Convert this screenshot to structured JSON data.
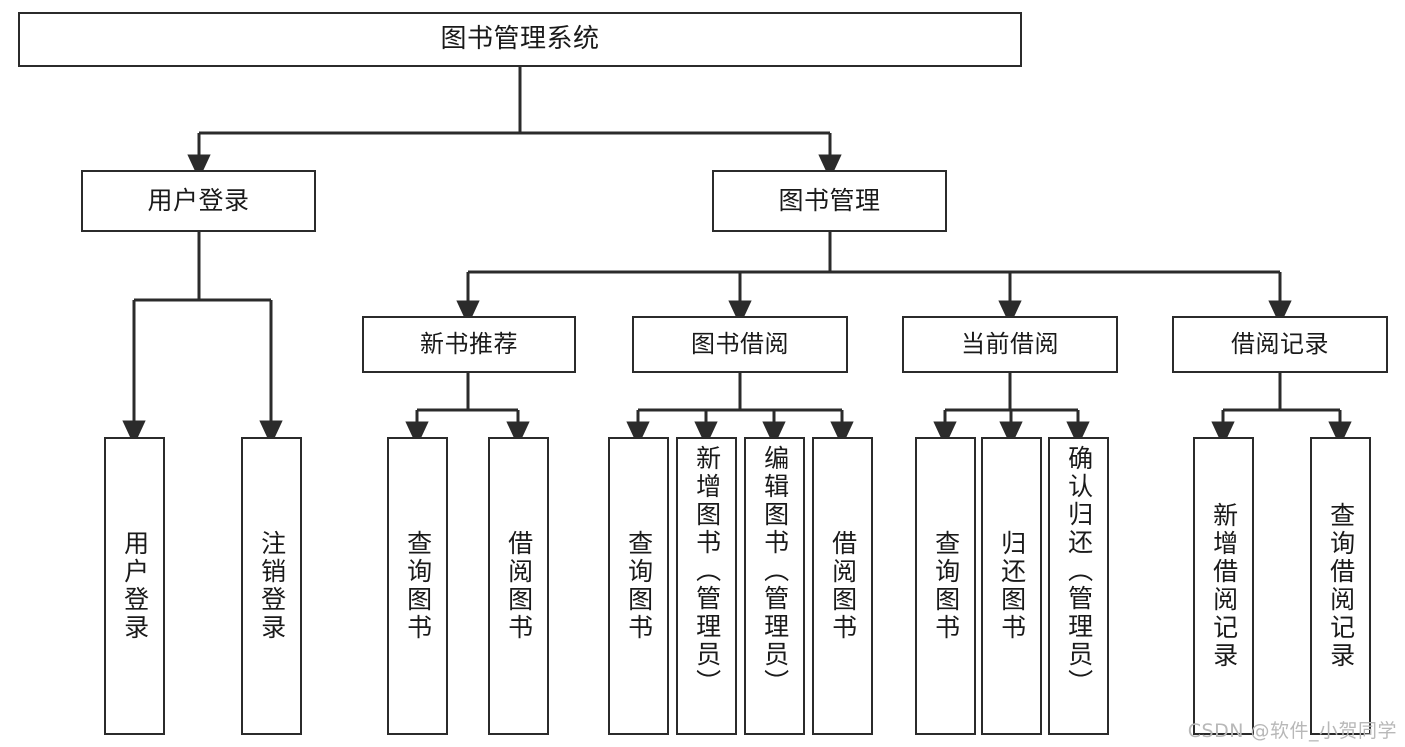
{
  "diagram": {
    "type": "hierarchy-tree",
    "title": "图书管理系统",
    "watermark": "CSDN @软件_小贺同学",
    "colors": {
      "box_border": "#2b2b2b",
      "box_fill": "#ffffff",
      "connector": "#2b2b2b",
      "text": "#1a1a1a",
      "watermark": "#b8b8b8"
    },
    "nodes": {
      "root": "图书管理系统",
      "level2": [
        "用户登录",
        "图书管理"
      ],
      "level3": [
        "新书推荐",
        "图书借阅",
        "当前借阅",
        "借阅记录"
      ],
      "leaves": {
        "user_login": [
          "用户登录",
          "注销登录"
        ],
        "new_book_recommend": [
          "查询图书",
          "借阅图书"
        ],
        "book_borrow": [
          "查询图书",
          "新增图书（管理员）",
          "编辑图书（管理员）",
          "借阅图书"
        ],
        "current_borrow": [
          "查询图书",
          "归还图书",
          "确认归还（管理员）"
        ],
        "borrow_record": [
          "新增借阅记录",
          "查询借阅记录"
        ]
      }
    }
  }
}
